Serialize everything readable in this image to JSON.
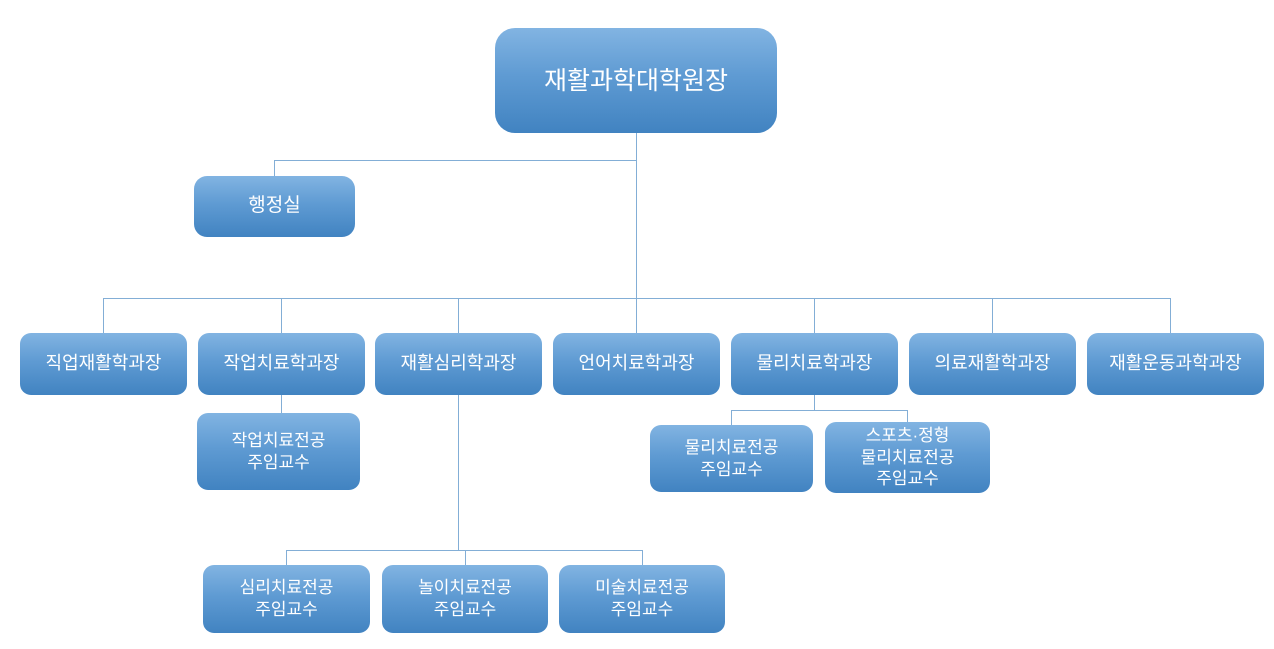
{
  "org": {
    "root": {
      "label": "재활과학대학원장"
    },
    "admin_office": {
      "label": "행정실"
    },
    "departments": [
      {
        "label": "직업재활학과장"
      },
      {
        "label": "작업치료학과장"
      },
      {
        "label": "재활심리학과장"
      },
      {
        "label": "언어치료학과장"
      },
      {
        "label": "물리치료학과장"
      },
      {
        "label": "의료재활학과장"
      },
      {
        "label": "재활운동과학과장"
      }
    ],
    "occupational_therapy_chief": {
      "label": "작업치료전공\n주임교수"
    },
    "physical_therapy_chiefs": [
      {
        "label": "물리치료전공\n주임교수"
      },
      {
        "label": "스포츠·정형\n물리치료전공\n주임교수"
      }
    ],
    "rehab_psychology_chiefs": [
      {
        "label": "심리치료전공\n주임교수"
      },
      {
        "label": "놀이치료전공\n주임교수"
      },
      {
        "label": "미술치료전공\n주임교수"
      }
    ],
    "colors": {
      "node_gradient_top": "#82B4E2",
      "node_gradient_bottom": "#4183C1",
      "node_text": "#FFFFFF",
      "connector": "#83AED6",
      "background": "#FFFFFF"
    }
  }
}
